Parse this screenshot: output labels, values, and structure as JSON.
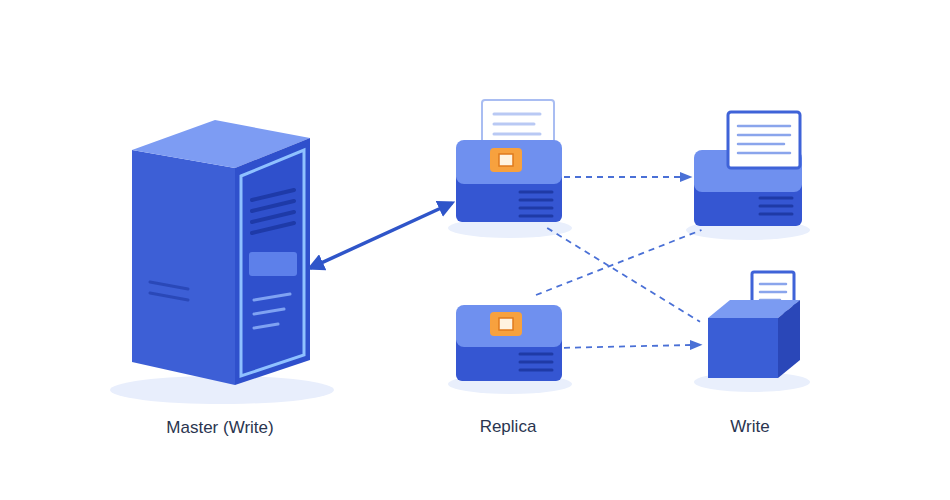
{
  "diagram": {
    "nodes": [
      {
        "text": [
          "Master (Write)"
        ]
      },
      {
        "text": []
      },
      {
        "text": [
          "Replica"
        ]
      },
      {
        "text": []
      },
      {
        "text": [
          "Write"
        ]
      }
    ],
    "edges": [
      {
        "from": 0,
        "to": 1,
        "arrow": "both"
      },
      {
        "from": 1,
        "to": 3,
        "arrow": "to"
      },
      {
        "from": 1,
        "to": 4,
        "arrow": "none"
      },
      {
        "from": 2,
        "to": 3,
        "arrow": "none"
      },
      {
        "from": 2,
        "to": 4,
        "arrow": "to"
      }
    ]
  }
}
